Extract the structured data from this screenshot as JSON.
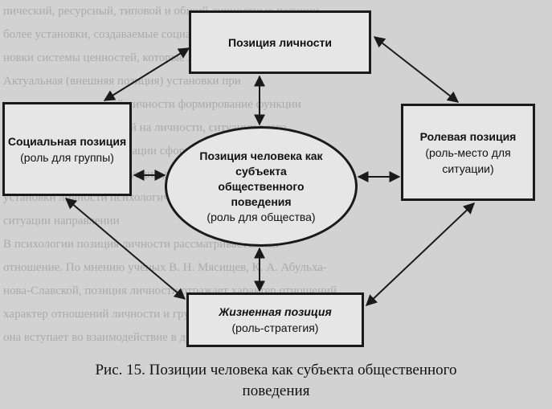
{
  "nodes": {
    "personality": {
      "title": "Позиция личности"
    },
    "social": {
      "title": "Социальная позиция",
      "subtitle": "(роль для группы)"
    },
    "role": {
      "title": "Ролевая позиция",
      "subtitle": "(роль-место для ситуации)"
    },
    "center": {
      "title": "Позиция человека как субъекта общественного поведения",
      "subtitle": "(роль для общества)"
    },
    "life": {
      "title": "Жизненная позиция",
      "subtitle": "(роль-стратегия)"
    }
  },
  "caption": {
    "line1": "Рис. 15. Позиции человека как субъекта общественного",
    "line2": "поведения"
  }
}
